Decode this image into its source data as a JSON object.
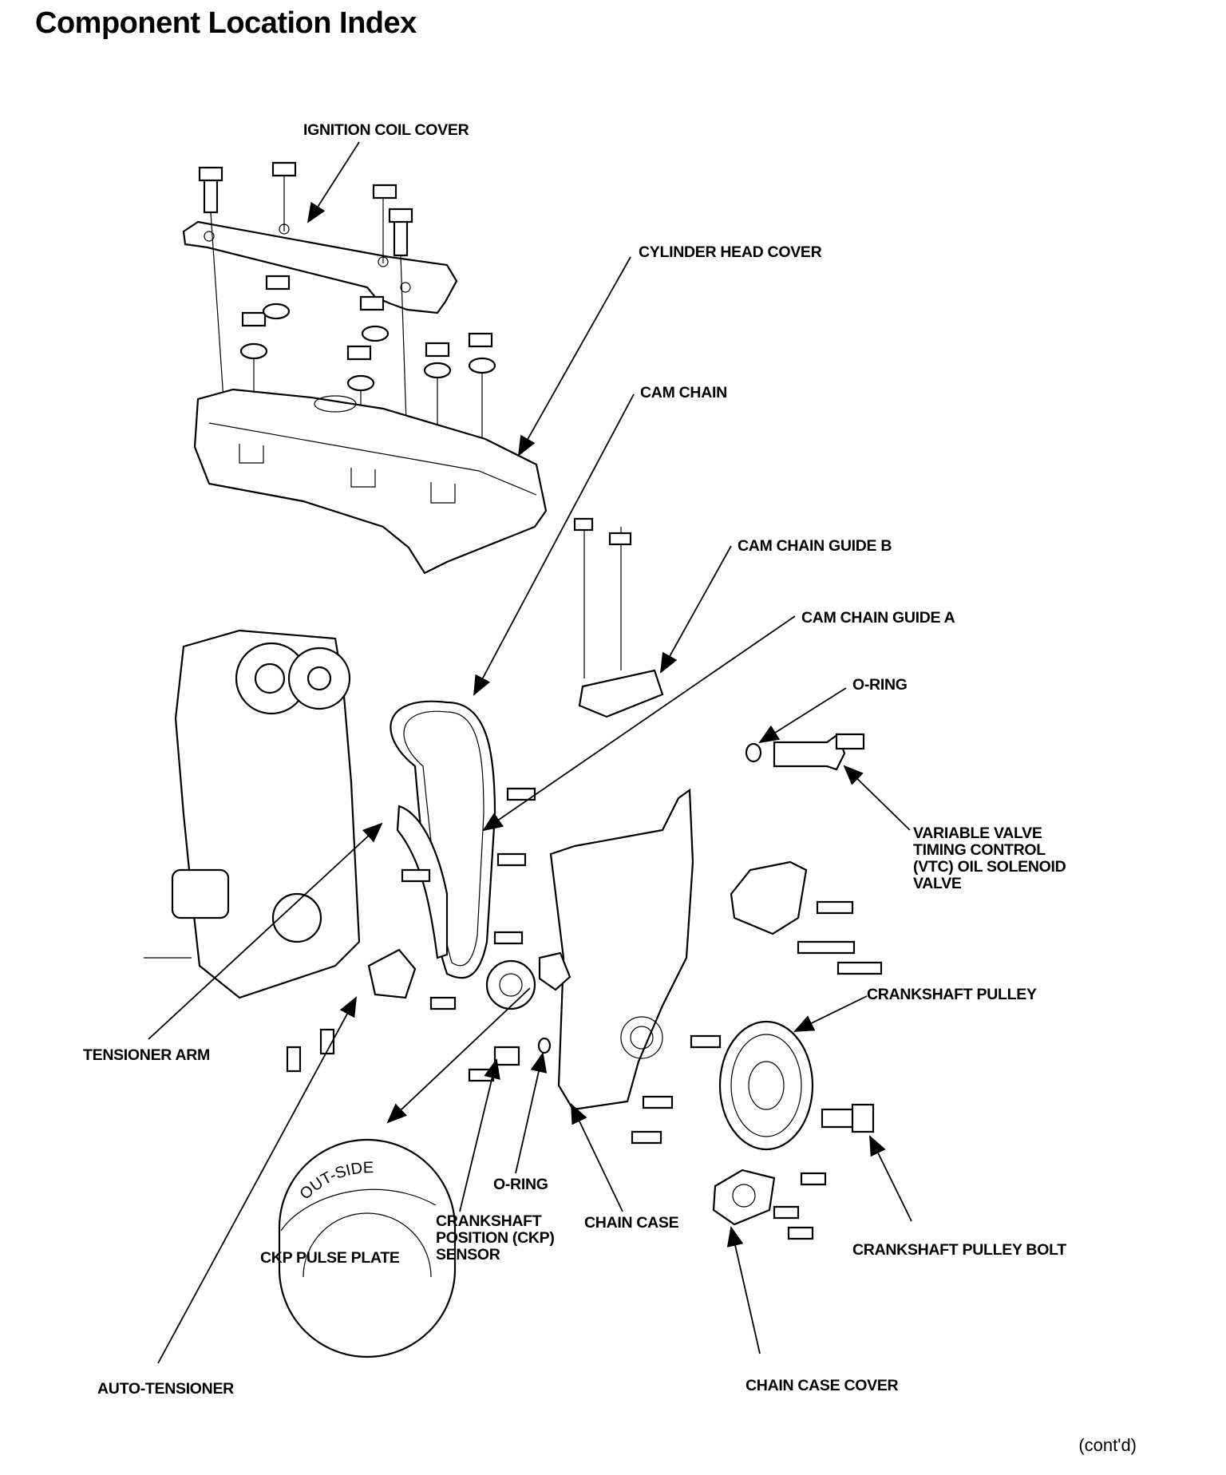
{
  "title": "Component Location Index",
  "continued": "(cont'd)",
  "callouts": {
    "ignition_coil_cover": "IGNITION COIL COVER",
    "cylinder_head_cover": "CYLINDER HEAD COVER",
    "cam_chain": "CAM CHAIN",
    "cam_chain_guide_b": "CAM CHAIN GUIDE B",
    "cam_chain_guide_a": "CAM CHAIN GUIDE A",
    "o_ring_upper": "O-RING",
    "vtc_valve": [
      "VARIABLE VALVE",
      "TIMING CONTROL",
      "(VTC) OIL SOLENOID",
      "VALVE"
    ],
    "crankshaft_pulley": "CRANKSHAFT PULLEY",
    "tensioner_arm": "TENSIONER ARM",
    "o_ring_lower": "O-RING",
    "ckp_sensor": [
      "CRANKSHAFT",
      "POSITION (CKP)",
      "SENSOR"
    ],
    "chain_case": "CHAIN CASE",
    "crankshaft_pulley_bolt": "CRANKSHAFT PULLEY BOLT",
    "ckp_pulse_plate": "CKP PULSE PLATE",
    "auto_tensioner": "AUTO-TENSIONER",
    "chain_case_cover": "CHAIN CASE COVER"
  },
  "pulse_plate_marking": "OUT-SIDE"
}
